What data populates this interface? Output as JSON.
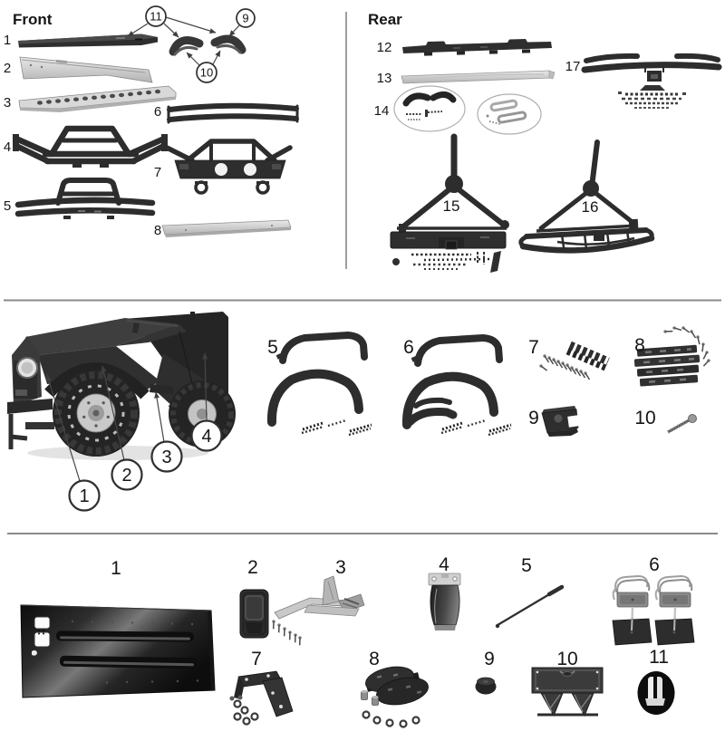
{
  "front": {
    "title": "Front",
    "p1": "1",
    "p2": "2",
    "p3": "3",
    "p4": "4",
    "p5": "5",
    "p6": "6",
    "p7": "7",
    "p8": "8",
    "c9": "9",
    "c10": "10",
    "c11": "11"
  },
  "rear": {
    "title": "Rear",
    "p12": "12",
    "p13": "13",
    "p14": "14",
    "p15": "15",
    "p16": "16",
    "p17": "17"
  },
  "flares": {
    "c1": "1",
    "c2": "2",
    "c3": "3",
    "c4": "4",
    "p5": "5",
    "p6": "6",
    "p7": "7",
    "p8": "8",
    "p9": "9",
    "p10": "10"
  },
  "tailgate": {
    "p1": "1",
    "p2": "2",
    "p3": "3",
    "p4": "4",
    "p5": "5",
    "p6": "6",
    "p7": "7",
    "p8": "8",
    "p9": "9",
    "p10": "10",
    "p11": "11"
  },
  "colors": {
    "part_dark": "#2e2e2e",
    "part_silver": "#cfcfcf",
    "divider": "#8a8a8a",
    "callout_stroke": "#2f2f2f",
    "text": "#161616",
    "background": "#ffffff"
  }
}
